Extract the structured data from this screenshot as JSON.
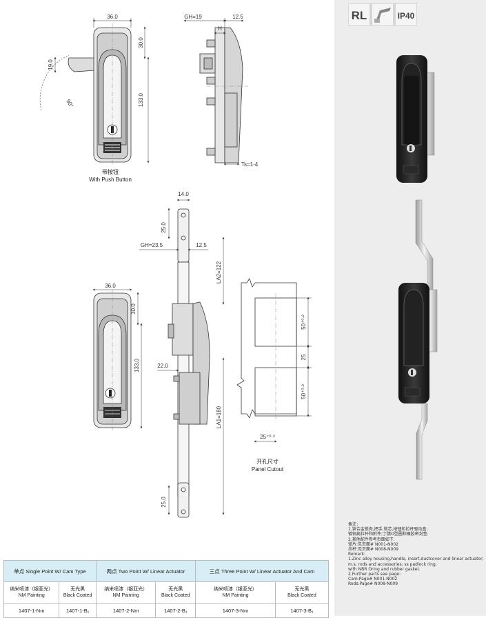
{
  "top_view": {
    "dims": {
      "width": "36.0",
      "gh": "GH=19",
      "depth": "12.5",
      "h": "H",
      "handle_h": "19.0",
      "top": "30.0",
      "height": "133.0",
      "angle": "90°",
      "ts": "Ts=1-4"
    },
    "caption_cn": "带按钮",
    "caption_en": "With Push Button"
  },
  "bottom_view": {
    "dims": {
      "rod_width": "14.0",
      "rod_top": "25.0",
      "gh": "GH=23.5",
      "depth": "12.5",
      "width": "36.0",
      "top": "30.0",
      "height": "133.0",
      "offset": "22.0",
      "la2": "LA2=122",
      "la1": "LA1=180",
      "rod_bottom": "25.0"
    }
  },
  "cutout": {
    "dim_upper": "50⁺⁰·²",
    "dim_gap": "25",
    "dim_lower": "50⁺⁰·²",
    "dim_width": "25⁺⁰·²",
    "caption_cn": "开孔尺寸",
    "caption_en": "Panel Cutout"
  },
  "badges": {
    "rl": "RL",
    "ip": "IP40"
  },
  "notes": [
    "备注：",
    "1.锌合金锁壳,把手,锁芯,按钮和拉杆驱动盒;",
    "镀铜扁拉杆和附件;丁腈O型圈和橡胶密封垫.",
    "2.其他配件参考页面如下:",
    "锁片:见页面# N001-N002",
    "拉杆:见页面# N008-N009",
    "Remark:",
    "1.Zinc alloy housing,handle, insert,dustcover and linear actuator;",
    "m.s. rods and accessories; ss padlock ring;",
    "with NBR Oring and rubber gasket.",
    "2.Further parts see page:",
    "Cam:Page# N001-N002",
    "Rods:Page# N008-N009"
  ],
  "table": {
    "headers": [
      "单点 Single Point W/ Cam Type",
      "两点 Two Point W/ Linear Actuator",
      "三点 Three Point W/ Linear Actuator And Cam"
    ],
    "finishes": [
      {
        "cn": "纳米喷漆（银亚光）",
        "en": "NM Painting"
      },
      {
        "cn": "无光黑",
        "en": "Black Coated"
      },
      {
        "cn": "纳米喷漆（银亚光）",
        "en": "NM Painting"
      },
      {
        "cn": "无光黑",
        "en": "Black Coated"
      },
      {
        "cn": "纳米喷漆（银亚光）",
        "en": "NM Painting"
      },
      {
        "cn": "无光黑",
        "en": "Black Coated"
      }
    ],
    "codes": [
      "1407-1-Nm",
      "1407-1-B₁",
      "1407-2-Nm",
      "1407-2-B₁",
      "1407-3-Nm",
      "1407-3-B₁"
    ]
  }
}
